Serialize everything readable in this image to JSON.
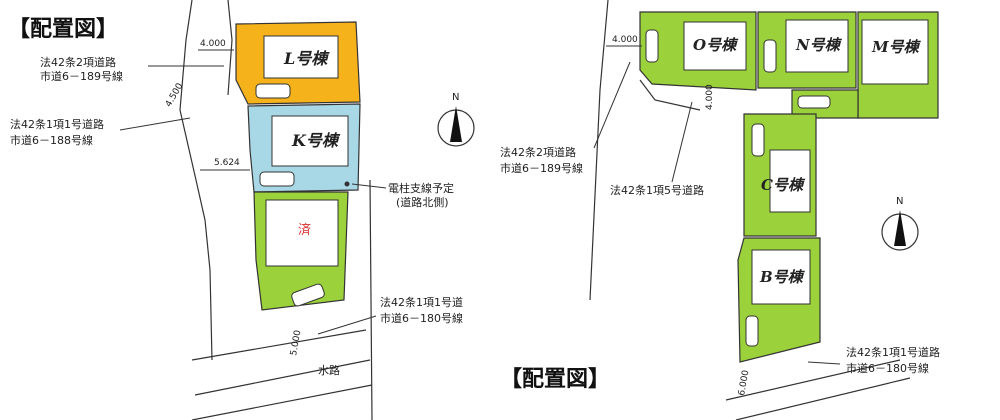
{
  "colors": {
    "lot_green": "#9bd13a",
    "lot_orange": "#f5b21a",
    "lot_blue": "#a8d8e6",
    "sold_mark": "#d9302c"
  },
  "left_plan": {
    "title": "【配置図】",
    "lots": [
      {
        "building": "L号棟",
        "color": "orange"
      },
      {
        "building": "K号棟",
        "color": "blue"
      },
      {
        "building": "済",
        "color": "green",
        "status": "sold"
      }
    ],
    "roads": {
      "top_road": [
        "法42条2項道路",
        "市道6－189号線"
      ],
      "mid_road": [
        "法42条1項1号道路",
        "市道6－188号線"
      ],
      "bottom_road": [
        "法42条1項1号道",
        "市道6－180号線"
      ],
      "waterway": "水路"
    },
    "dimensions": {
      "d1": "4.000",
      "d2": "4.500",
      "d3": "5.624",
      "d4": "5.000"
    },
    "pole_note": [
      "電柱支線予定",
      "(道路北側)"
    ],
    "north": "N"
  },
  "right_plan": {
    "title": "【配置図】",
    "lots": [
      {
        "building": "O号棟",
        "color": "green"
      },
      {
        "building": "N号棟",
        "color": "green"
      },
      {
        "building": "M号棟",
        "color": "green"
      },
      {
        "building": "C号棟",
        "color": "green"
      },
      {
        "building": "B号棟",
        "color": "green"
      }
    ],
    "roads": {
      "top_road": [
        "法42条2項道路",
        "市道6－189号線"
      ],
      "private_road": "法42条1項5号道路",
      "bottom_road": [
        "法42条1項1号道路",
        "市道6－180号線"
      ]
    },
    "dimensions": {
      "d1": "4.000",
      "d2": "4.000",
      "d3": "6.000"
    },
    "north": "N"
  }
}
